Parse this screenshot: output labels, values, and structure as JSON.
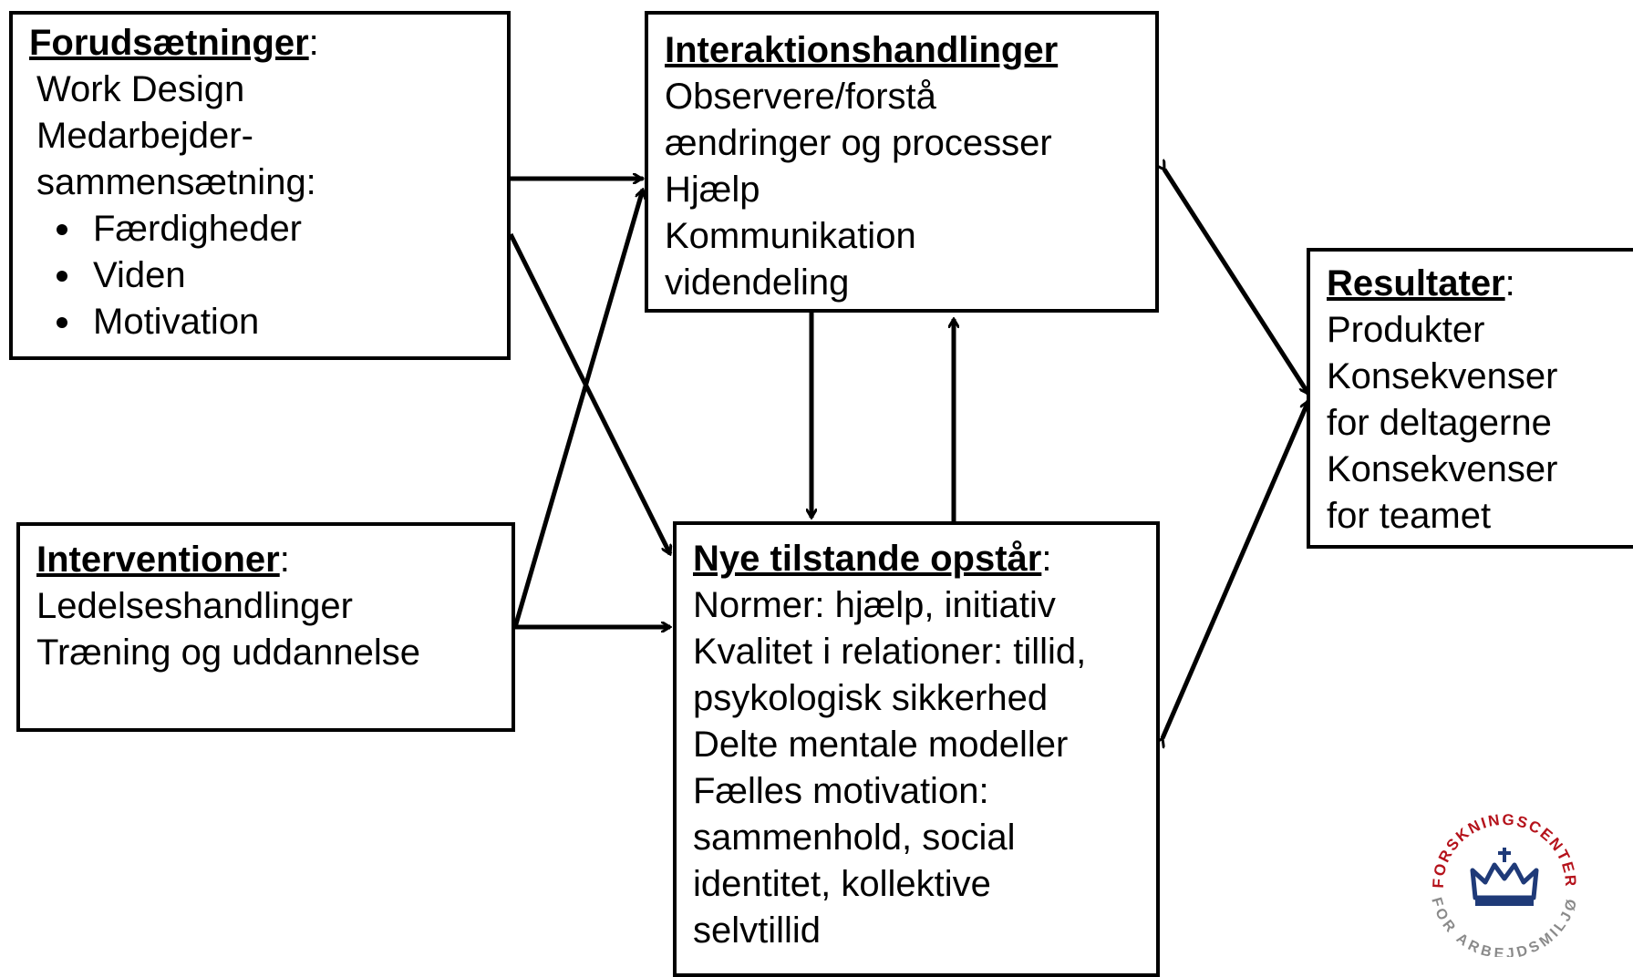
{
  "boxes": {
    "preconditions": {
      "heading": "Forudsætninger",
      "lines": [
        "Work Design",
        "Medarbejder-",
        "sammensætning:"
      ],
      "bullets": [
        "Færdigheder",
        "Viden",
        "Motivation"
      ]
    },
    "interventions": {
      "heading": "Interventioner",
      "lines": [
        "Ledelseshandlinger",
        "Træning og uddannelse"
      ]
    },
    "interactions": {
      "heading": "Interaktionshandlinger",
      "lines": [
        "Observere/forstå",
        "ændringer og processer",
        "Hjælp",
        "Kommunikation",
        "videndeling"
      ]
    },
    "emergent_states": {
      "heading": "Nye tilstande opstår",
      "lines": [
        "Normer: hjælp, initiativ",
        "Kvalitet i relationer: tillid,",
        "psykologisk sikkerhed",
        "Delte mentale modeller",
        "Fælles motivation:",
        "sammenhold, social",
        "identitet, kollektive",
        "selvtillid"
      ]
    },
    "outcomes": {
      "heading": "Resultater",
      "lines": [
        "Produkter",
        "Konsekvenser",
        "for deltagerne",
        "Konsekvenser",
        "for teamet"
      ]
    }
  },
  "colon": ":",
  "logo": {
    "top_text": "FORSKNINGSCENTER",
    "bottom_text": "FOR ARBEJDSMILJØ",
    "red": "#b5121b",
    "blue": "#1f3a78",
    "grey": "#8a8a8a"
  }
}
